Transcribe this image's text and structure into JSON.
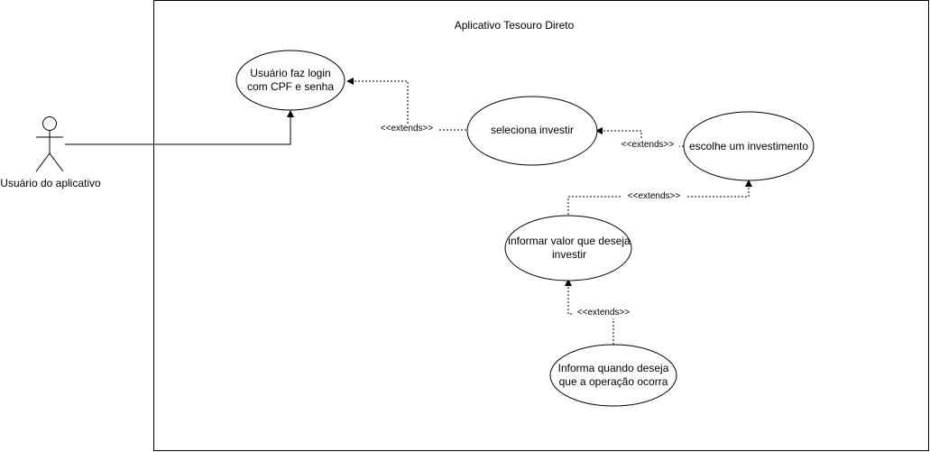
{
  "system": {
    "title": "Aplicativo Tesouro Direto"
  },
  "actor": {
    "label": "Usuário do aplicativo",
    "icon": "stick-figure-icon"
  },
  "use_cases": [
    {
      "id": "login",
      "lines": [
        "Usuário faz login",
        "com CPF  e senha"
      ]
    },
    {
      "id": "selecionar",
      "lines": [
        "seleciona investir"
      ]
    },
    {
      "id": "escolher",
      "lines": [
        "escolhe um investimento"
      ]
    },
    {
      "id": "informar-valor",
      "lines": [
        "informar valor que deseja",
        "investir"
      ]
    },
    {
      "id": "informar-quando",
      "lines": [
        "Informa quando deseja",
        "que a operação ocorra"
      ]
    }
  ],
  "relations": [
    {
      "from": "actor",
      "to": "login",
      "kind": "association"
    },
    {
      "from": "selecionar",
      "to": "login",
      "kind": "extend",
      "label": "<<extends>>"
    },
    {
      "from": "escolher",
      "to": "selecionar",
      "kind": "extend",
      "label": "<<extends>>"
    },
    {
      "from": "informar-valor",
      "to": "escolher",
      "kind": "extend",
      "label": "<<extends>>"
    },
    {
      "from": "informar-quando",
      "to": "informar-valor",
      "kind": "extend",
      "label": "<<extends>>"
    }
  ],
  "colors": {
    "stroke": "#000000",
    "background": "#ffffff"
  }
}
